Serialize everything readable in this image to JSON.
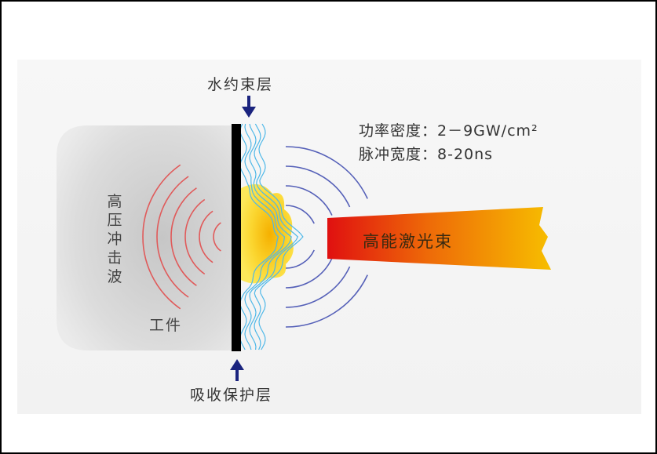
{
  "labels": {
    "water_layer": "水约束层",
    "absorb_layer": "吸收保护层",
    "power_density": "功率密度：2－9GW/cm²",
    "pulse_width": "脉冲宽度：8-20ns",
    "shock_wave": "高压冲击波",
    "workpiece": "工件",
    "laser_beam": "高能激光束"
  },
  "colors": {
    "arrow": "#1a237e",
    "shock_arcs": "#e05a5a",
    "plasma_arcs": "#5560b8",
    "water": "#4fb8e8",
    "laser_start": "#e01010",
    "laser_end": "#f5b800"
  }
}
